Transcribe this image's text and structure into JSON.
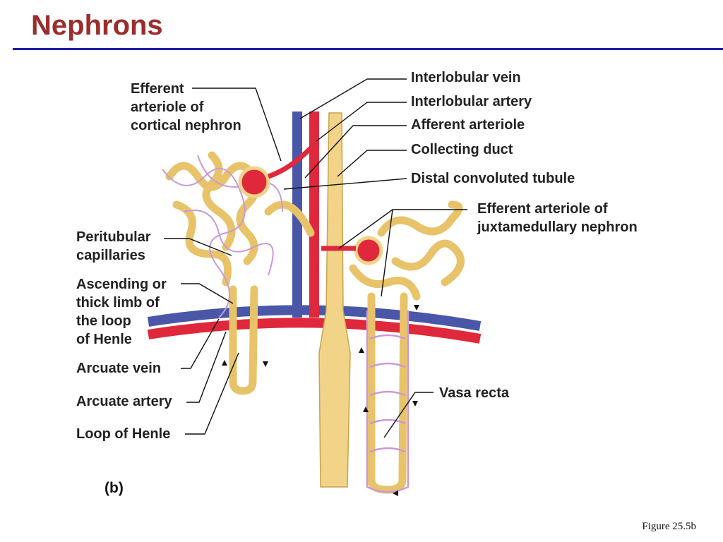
{
  "slide": {
    "title": "Nephrons",
    "figure_ref": "Figure 25.5b",
    "panel_label": "(b)"
  },
  "labels": {
    "efferent_cortical": "Efferent\narteriole of\ncortical nephron",
    "peritubular": "Peritubular\ncapillaries",
    "ascending_limb": "Ascending or\nthick limb of\nthe loop\nof Henle",
    "arcuate_vein": "Arcuate vein",
    "arcuate_artery": "Arcuate artery",
    "loop_henle": "Loop of Henle",
    "interlobular_vein": "Interlobular vein",
    "interlobular_artery": "Interlobular artery",
    "afferent_arteriole": "Afferent arteriole",
    "collecting_duct": "Collecting duct",
    "distal_tubule": "Distal convoluted tubule",
    "efferent_juxta": "Efferent arteriole of\njuxtamedullary nephron",
    "vasa_recta": "Vasa recta"
  },
  "colors": {
    "title": "#9b2d2d",
    "rule": "#1f1fa8",
    "tubule": "#f2d488",
    "tubule_outline": "#c9a24d",
    "artery": "#e0283c",
    "vein": "#4a57a8",
    "capillary": "#c99ad6"
  }
}
